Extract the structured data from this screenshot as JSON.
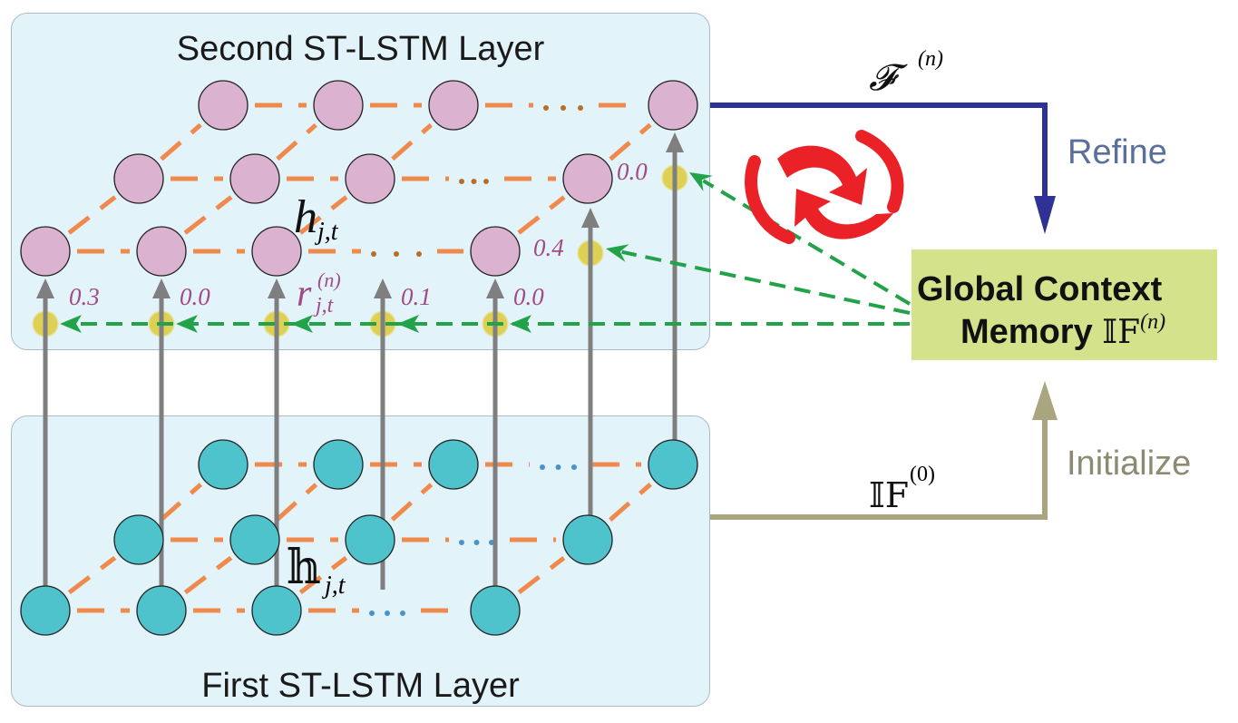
{
  "layers": {
    "top_title": "Second ST-LSTM Layer",
    "bottom_title": "First ST-LSTM Layer"
  },
  "memory": {
    "line1": "Global Context",
    "line2_text": "Memory ",
    "line2_symbol": "𝕀F",
    "line2_sup": "(n)"
  },
  "edges": {
    "refine_label": "Refine",
    "initialize_label": "Initialize",
    "refine_symbol": "𝓕",
    "refine_sup": "(n)",
    "init_symbol": "𝕀F",
    "init_sup": "(0)"
  },
  "annotations": {
    "h_symbol": "h",
    "h_sub": "j,t",
    "r_symbol": "r",
    "r_sub": "j,t",
    "r_sup": "(n)",
    "bold_h_symbol": "𝕙",
    "bold_h_sub": "j,t"
  },
  "weights": [
    "0.3",
    "0.0",
    "0.1",
    "0.0",
    "0.4",
    "0.0"
  ],
  "colors": {
    "top_node": "#dcb2d1",
    "bottom_node": "#4fc3cc",
    "gate": "#ddd055",
    "dashed_edge": "#ef8a4c",
    "attention_arrow": "#22a34a",
    "feedforward_arrow": "#7f7f7f",
    "refine_arrow": "#2e3196",
    "initialize_arrow": "#a9a57f",
    "loop_icon": "#ea2228"
  },
  "icons": {
    "loop": "refresh-cycle-icon"
  }
}
